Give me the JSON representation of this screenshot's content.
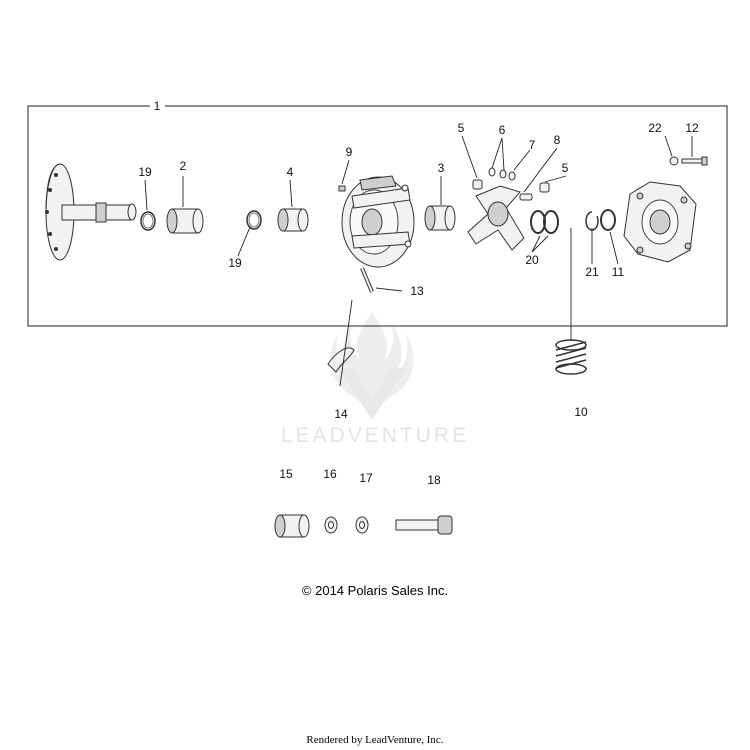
{
  "callouts": {
    "c1": "1",
    "c2": "2",
    "c3": "3",
    "c4": "4",
    "c5a": "5",
    "c5b": "5",
    "c6": "6",
    "c7": "7",
    "c8": "8",
    "c9": "9",
    "c10": "10",
    "c11": "11",
    "c12": "12",
    "c13": "13",
    "c14": "14",
    "c15": "15",
    "c16": "16",
    "c17": "17",
    "c18": "18",
    "c19a": "19",
    "c19b": "19",
    "c20": "20",
    "c21": "21",
    "c22": "22"
  },
  "watermark": {
    "brand": "LEADVENTURE"
  },
  "footer": {
    "copyright": "© 2014 Polaris Sales Inc.",
    "rendered_by": "Rendered by LeadVenture, Inc."
  }
}
